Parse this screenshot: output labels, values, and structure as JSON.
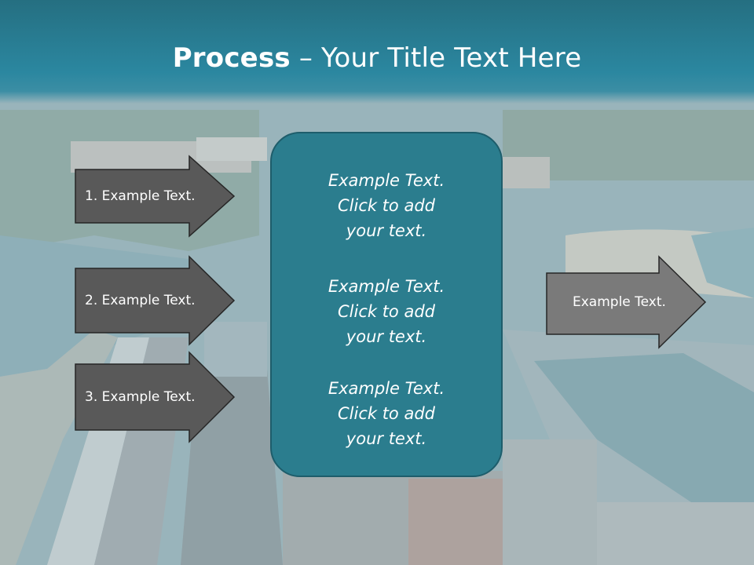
{
  "slide": {
    "title_bold": "Process",
    "title_rest": " – Your Title Text Here"
  },
  "left_arrows": [
    {
      "label": "1. Example Text."
    },
    {
      "label": "2. Example Text."
    },
    {
      "label": "3. Example Text."
    }
  ],
  "right_arrow": {
    "label": "Example Text."
  },
  "panel": {
    "paragraphs": [
      "Example Text.\nClick  to add\nyour text.",
      "Example Text.\nClick  to add\nyour text.",
      "Example Text.\nClick  to add\nyour text."
    ]
  },
  "colors": {
    "header": "#2b87a0",
    "panel": "#2b7d8e",
    "dark_arrow": "#595959",
    "light_arrow": "#7a7a7a"
  }
}
